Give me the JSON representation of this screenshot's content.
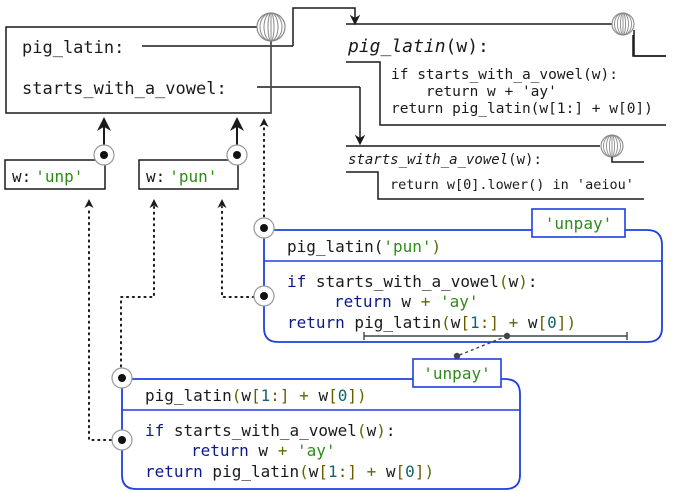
{
  "global_frame": {
    "bindings": [
      {
        "name": "pig_latin:"
      },
      {
        "name": "starts_with_a_vowel:"
      }
    ]
  },
  "local_frames": [
    {
      "var": "w:",
      "value": "'unp'"
    },
    {
      "var": "w:",
      "value": "'pun'"
    }
  ],
  "functions": {
    "pig_latin": {
      "name": "pig_latin",
      "params": "(w):",
      "body": [
        "if starts_with_a_vowel(w):",
        "    return w + 'ay'",
        "return pig_latin(w[1:] + w[0])"
      ]
    },
    "starts_with_a_vowel": {
      "name": "starts_with_a_vowel",
      "params": "(w):",
      "body": [
        "return w[0].lower() in 'aeiou'"
      ]
    }
  },
  "call_boxes": [
    {
      "return_value": "'unpay'",
      "call": {
        "fn": "pig_latin(",
        "arg": "'pun'",
        "close": ")"
      },
      "body": {
        "line1": {
          "kw": "if",
          "rest": " starts_with_a_vowel",
          "paren_open": "(",
          "w": "w",
          "paren_close": ")",
          "colon": ":"
        },
        "line2": {
          "kw": "return",
          "w": " w ",
          "plus": "+",
          "str": " 'ay'"
        },
        "line3": {
          "kw": "return",
          "fn": " pig_latin",
          "p1": "(",
          "w1": "w",
          "b1": "[",
          "n1": "1",
          "c": ":",
          "b2": "]",
          "plus": " + ",
          "w2": "w",
          "b3": "[",
          "n0": "0",
          "b4": "]",
          "p2": ")"
        }
      }
    },
    {
      "return_value": "'unpay'",
      "call": {
        "fn": "pig_latin",
        "p1": "(",
        "w1": "w",
        "b1": "[",
        "n1": "1",
        "c": ":",
        "b2": "]",
        "plus": " + ",
        "w2": "w",
        "b3": "[",
        "n0": "0",
        "b4": "]",
        "p2": ")"
      },
      "body": {
        "line1": {
          "kw": "if",
          "rest": " starts_with_a_vowel",
          "paren_open": "(",
          "w": "w",
          "paren_close": ")",
          "colon": ":"
        },
        "line2": {
          "kw": "return",
          "w": " w ",
          "plus": "+",
          "str": " 'ay'"
        },
        "line3": {
          "kw": "return",
          "fn": " pig_latin",
          "p1": "(",
          "w1": "w",
          "b1": "[",
          "n1": "1",
          "c": ":",
          "b2": "]",
          "plus": " + ",
          "w2": "w",
          "b3": "[",
          "n0": "0",
          "b4": "]",
          "p2": ")"
        }
      }
    }
  ],
  "colors": {
    "frame_stroke": "#1a1a1a",
    "call_box_stroke": "#1f3fe0",
    "keyword": "#0a1a8c",
    "string": "#2e8b1a",
    "operator": "#5a6b00",
    "number": "#11666e",
    "bracket": "#6b5b00",
    "circle_stroke": "#888888"
  }
}
